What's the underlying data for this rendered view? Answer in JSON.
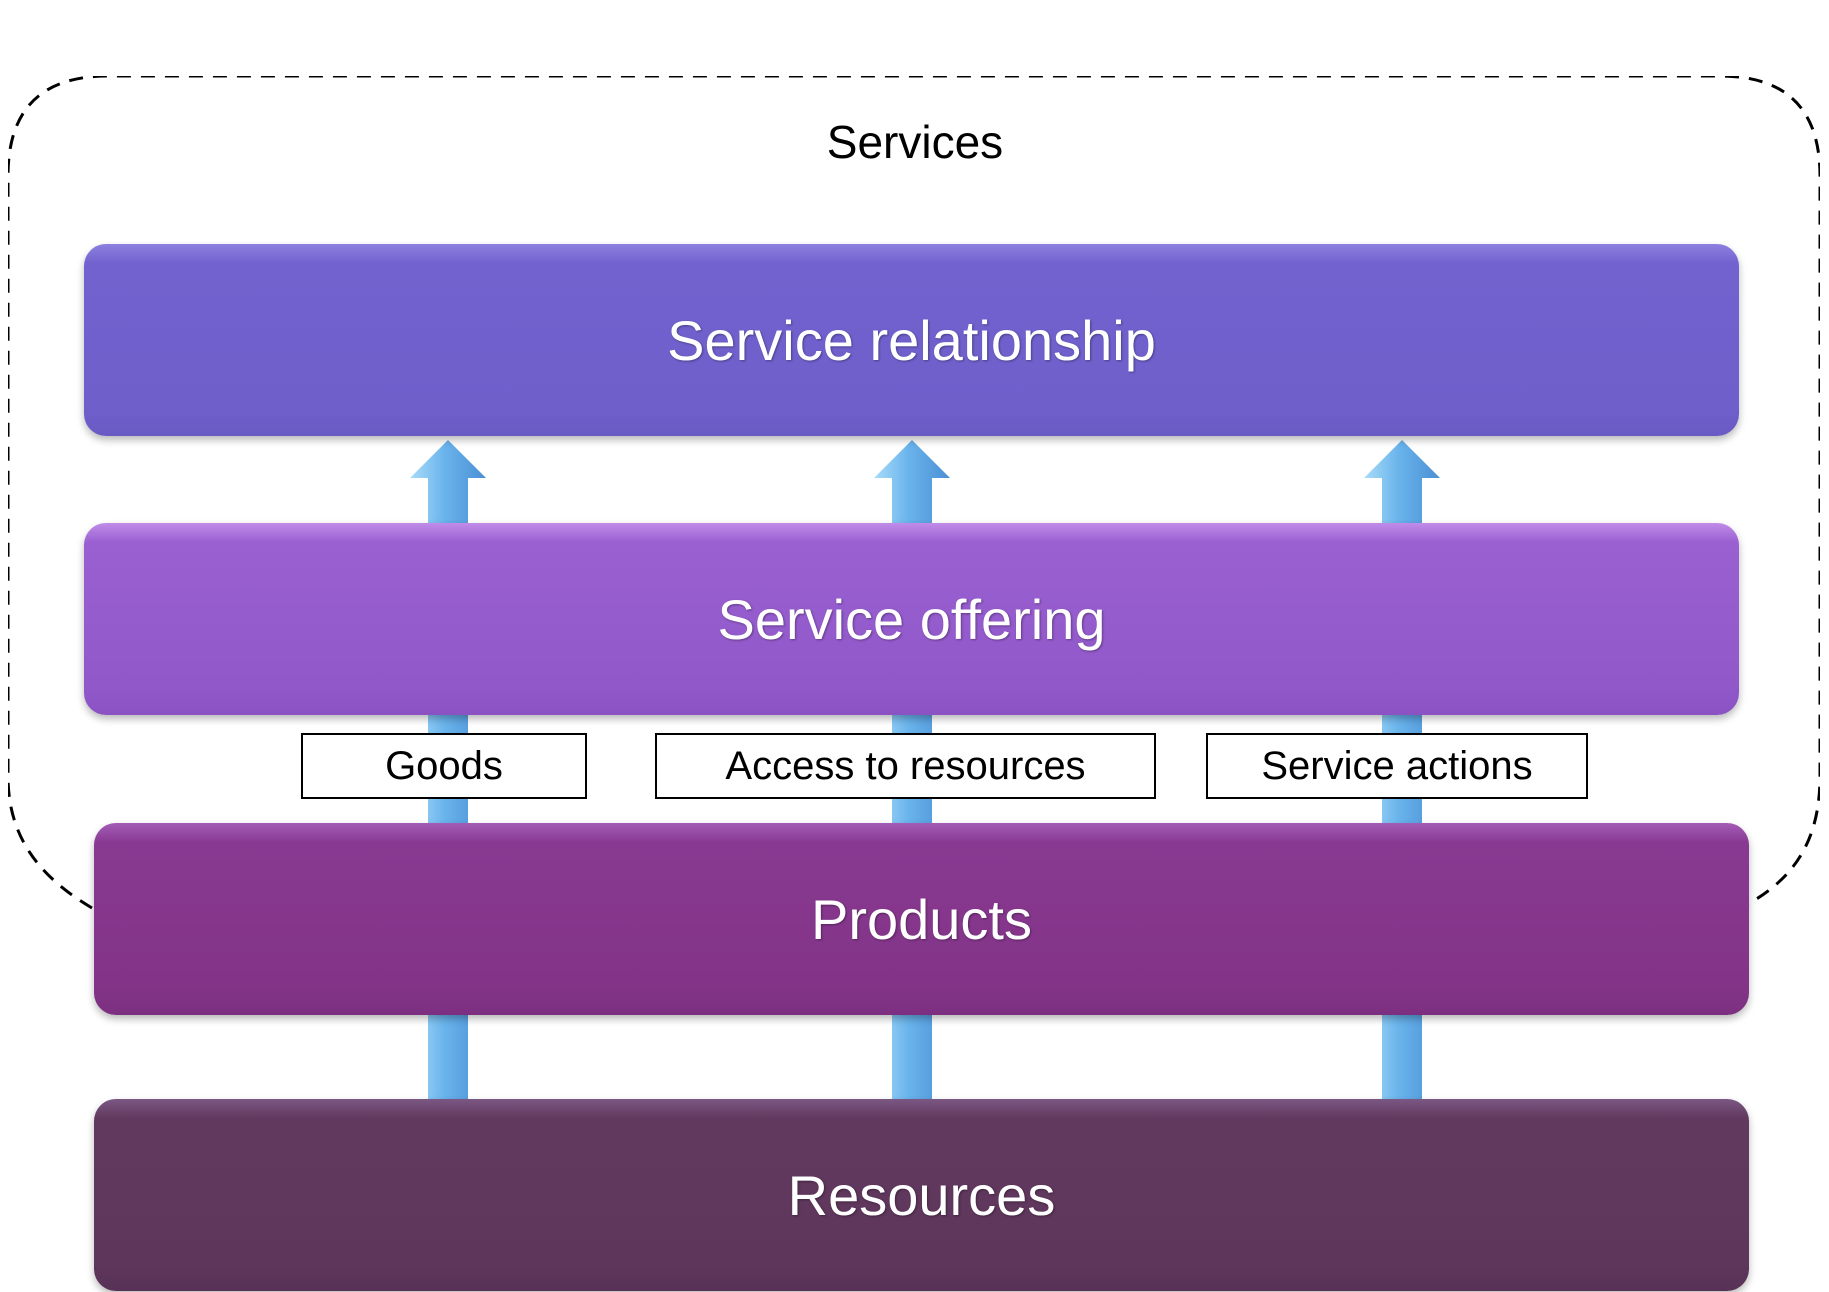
{
  "diagram": {
    "boundary_label": "Services",
    "layers": {
      "service_relationship": "Service relationship",
      "service_offering": "Service offering",
      "products": "Products",
      "resources": "Resources"
    },
    "channels": {
      "goods": "Goods",
      "access_to_resources": "Access to resources",
      "service_actions": "Service actions"
    }
  },
  "colors": {
    "service_relationship": "#7262cf",
    "service_offering": "#9058c8",
    "products": "#833487",
    "resources": "#5e365c",
    "arrow": "#6ab4ec",
    "boundary": "#000000"
  }
}
